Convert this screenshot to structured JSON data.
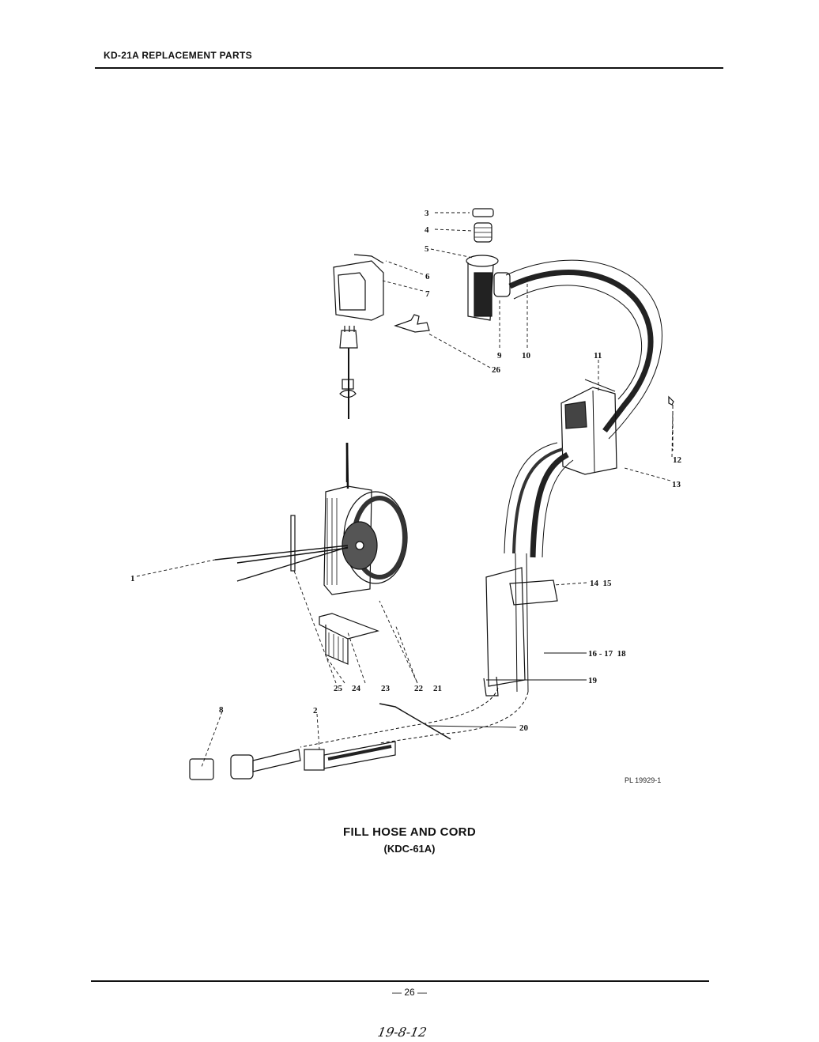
{
  "header": {
    "title": "KD-21A REPLACEMENT PARTS"
  },
  "diagram": {
    "plate_number": "PL 19929-1",
    "callouts": [
      {
        "id": "1",
        "label": "1"
      },
      {
        "id": "2",
        "label": "2"
      },
      {
        "id": "3",
        "label": "3"
      },
      {
        "id": "4",
        "label": "4"
      },
      {
        "id": "5",
        "label": "5"
      },
      {
        "id": "6",
        "label": "6"
      },
      {
        "id": "7",
        "label": "7"
      },
      {
        "id": "8",
        "label": "8"
      },
      {
        "id": "9",
        "label": "9"
      },
      {
        "id": "10",
        "label": "10"
      },
      {
        "id": "11",
        "label": "11"
      },
      {
        "id": "12",
        "label": "12"
      },
      {
        "id": "13",
        "label": "13"
      },
      {
        "id": "14-15",
        "label": "14  15"
      },
      {
        "id": "16-17-18",
        "label": "16 - 17  18"
      },
      {
        "id": "19",
        "label": "19"
      },
      {
        "id": "20",
        "label": "20"
      },
      {
        "id": "21",
        "label": "21"
      },
      {
        "id": "22",
        "label": "22"
      },
      {
        "id": "23",
        "label": "23"
      },
      {
        "id": "24",
        "label": "24"
      },
      {
        "id": "25",
        "label": "25"
      },
      {
        "id": "26",
        "label": "26"
      }
    ]
  },
  "caption": {
    "title": "FILL HOSE AND CORD",
    "subtitle": "(KDC-61A)"
  },
  "footer": {
    "page_number": "— 26 —",
    "handwritten_note": "19-8-12"
  }
}
